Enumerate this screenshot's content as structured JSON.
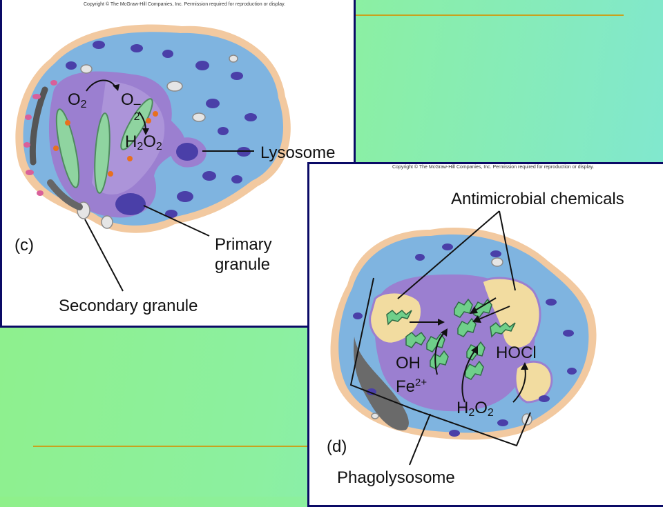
{
  "copyright_c": "Copyright © The McGraw-Hill Companies, Inc. Permission required for reproduction or display.",
  "copyright_d": "Copyright © The McGraw-Hill Companies, Inc. Permission required for reproduction or display.",
  "panel_c": {
    "tag": "(c)",
    "labels": {
      "lysosome": "Lysosome",
      "primary_granule_1": "Primary",
      "primary_granule_2": "granule",
      "secondary_granule": "Secondary granule"
    },
    "chem": {
      "o2": "O",
      "o2_sub": "2",
      "superoxide": "O",
      "superoxide_sup": "–",
      "superoxide_sub": "2",
      "h2o2_h": "H",
      "h2o2_sub1": "2",
      "h2o2_o": "O",
      "h2o2_sub2": "2"
    }
  },
  "panel_d": {
    "tag": "(d)",
    "labels": {
      "antimicrobial": "Antimicrobial chemicals",
      "phagolysosome": "Phagolysosome"
    },
    "chem": {
      "oh": "OH",
      "fe": "Fe",
      "fe_sup": "2+",
      "hocl": "HOCl",
      "h2o2_h": "H",
      "h2o2_sub1": "2",
      "h2o2_o": "O",
      "h2o2_sub2": "2"
    }
  },
  "colors": {
    "border": "#0a0a66",
    "cell_outer": "#f2c9a0",
    "cytoplasm": "#7fb4e0",
    "nucleus": "#9b7fd0",
    "granule": "#4a3fa8",
    "rule": "#c8a21e"
  }
}
